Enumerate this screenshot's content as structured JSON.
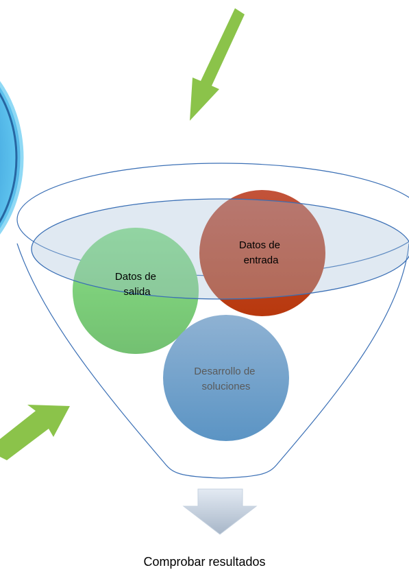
{
  "funnel": {
    "circles": {
      "output": {
        "label_lines": [
          "Datos de",
          "salida"
        ],
        "color": "#2db52a"
      },
      "input": {
        "label_lines": [
          "Datos de",
          "entrada"
        ],
        "color": "#c0451c"
      },
      "solutions": {
        "label_lines": [
          "Desarrollo de",
          "soluciones"
        ],
        "color": "#6fa0c8"
      }
    },
    "outline_color": "#3a6fb5"
  },
  "arrows": {
    "color": "#8bc34a"
  },
  "result_label": "Comprobar resultados"
}
